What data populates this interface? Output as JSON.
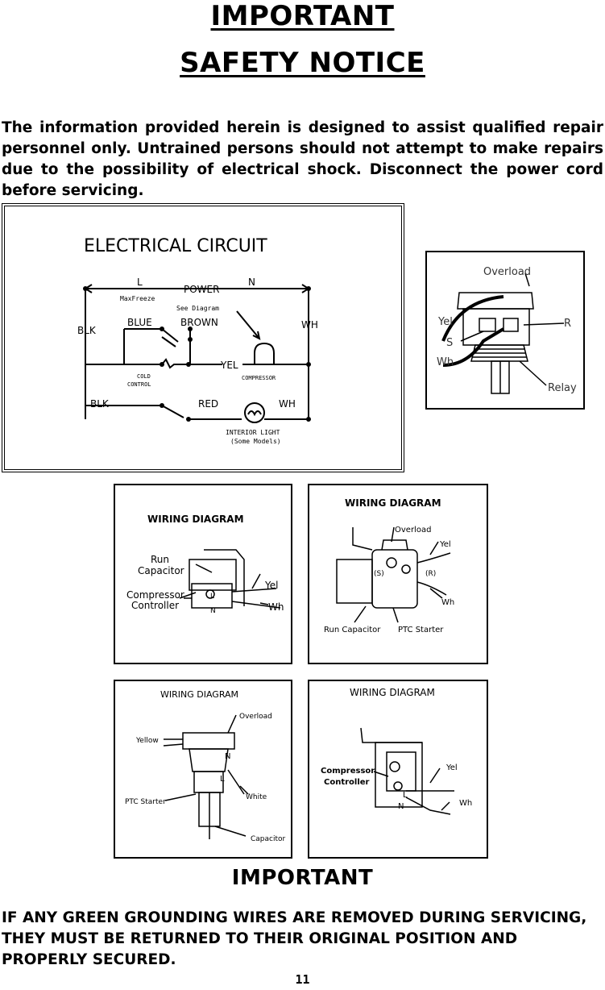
{
  "header": {
    "title_line1": "IMPORTANT ",
    "title_line2": "SAFETY NOTICE"
  },
  "intro_text": "The information provided herein is designed to assist qualified repair personnel only. Untrained persons should not attempt to make repairs due to the possibility of electrical shock. Disconnect the power cord before servicing.",
  "circuit": {
    "title": "ELECTRICAL CIRCUIT",
    "l": "L",
    "power": "POWER",
    "n": "N",
    "maxfreeze": "MaxFreeze",
    "see_diagram": "See Diagram",
    "blk_top": "BLK",
    "blue": "BLUE",
    "brown": "BROWN",
    "wh_top": "WH",
    "yel": "YEL",
    "compressor": "COMPRESSOR",
    "cold_control_1": "COLD",
    "cold_control_2": "CONTROL",
    "blk_bottom": "BLK",
    "red": "RED",
    "wh_bottom": "WH",
    "interior_light_1": "INTERIOR LIGHT",
    "interior_light_2": "(Some Models)"
  },
  "relay_diagram": {
    "overload": "Overload",
    "yel": "Yel",
    "r": "R",
    "s": "S",
    "wh": "Wh",
    "relay": "Relay"
  },
  "wiring1": {
    "title": "WIRING DIAGRAM",
    "run1": "Run",
    "run2": "Capacitor",
    "comp1": "Compressor",
    "comp2": "Controller",
    "yel": "Yel",
    "wh": "Wh",
    "n": "N",
    "l": "L"
  },
  "wiring2": {
    "title": "WIRING DIAGRAM",
    "overload": "Overload",
    "yel": "Yel",
    "s": "(S)",
    "r": "(R)",
    "wh": "Wh",
    "run_capacitor": "Run Capacitor",
    "ptc_starter": "PTC Starter"
  },
  "wiring3": {
    "title": "WIRING DIAGRAM",
    "overload": "Overload",
    "yellow": "Yellow",
    "n": "N",
    "l": "L",
    "ptc_starter": "PTC Starter",
    "white": "White",
    "capacitor": "Capacitor"
  },
  "wiring4": {
    "title": "WIRING DIAGRAM",
    "comp1": "Compressor",
    "comp2": "Controller",
    "yel": "Yel",
    "wh": "Wh",
    "n": "N",
    "l": "L"
  },
  "important2": "IMPORTANT",
  "warning_text": "IF ANY GREEN GROUNDING WIRES ARE REMOVED DURING SERVICING, THEY MUST BE RETURNED TO THEIR ORIGINAL POSITION AND PROPERLY SECURED.",
  "page_number": "11"
}
